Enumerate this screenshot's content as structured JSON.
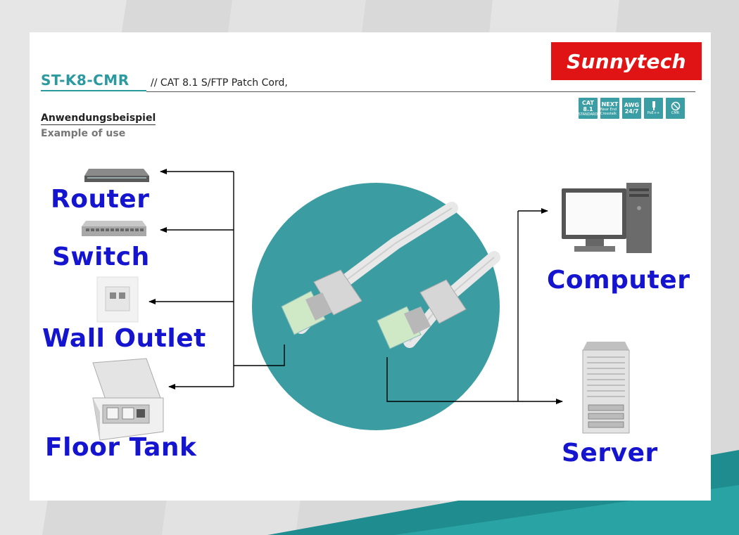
{
  "header": {
    "model": "ST-K8-CMR",
    "subtitle": "//  CAT 8.1 S/FTP Patch Cord,",
    "brand": "Sunnytech"
  },
  "badges": [
    {
      "top": "CAT",
      "mid": "8.1",
      "small": "STANDARD"
    },
    {
      "top": "NEXT",
      "mid": "",
      "small": "Near End Crosstalk"
    },
    {
      "top": "AWG",
      "mid": "24/7",
      "small": ""
    },
    {
      "top": "",
      "mid": "",
      "small": "PoE++"
    },
    {
      "top": "",
      "mid": "",
      "small": "CMR"
    }
  ],
  "usage": {
    "de": "Anwendungsbeispiel",
    "en": "Example of use"
  },
  "devices": {
    "left": [
      "Router",
      "Switch",
      "Wall Outlet",
      "Floor Tank"
    ],
    "right": [
      "Computer",
      "Server"
    ]
  },
  "colors": {
    "accent_teal": "#2a9aa0",
    "circle_teal": "#3b9da2",
    "brand_red": "#e01414",
    "label_blue": "#1515d0"
  },
  "icons": [
    "router-icon",
    "switch-icon",
    "wall-outlet-icon",
    "floor-tank-icon",
    "computer-icon",
    "server-icon",
    "patch-cord-icon"
  ]
}
